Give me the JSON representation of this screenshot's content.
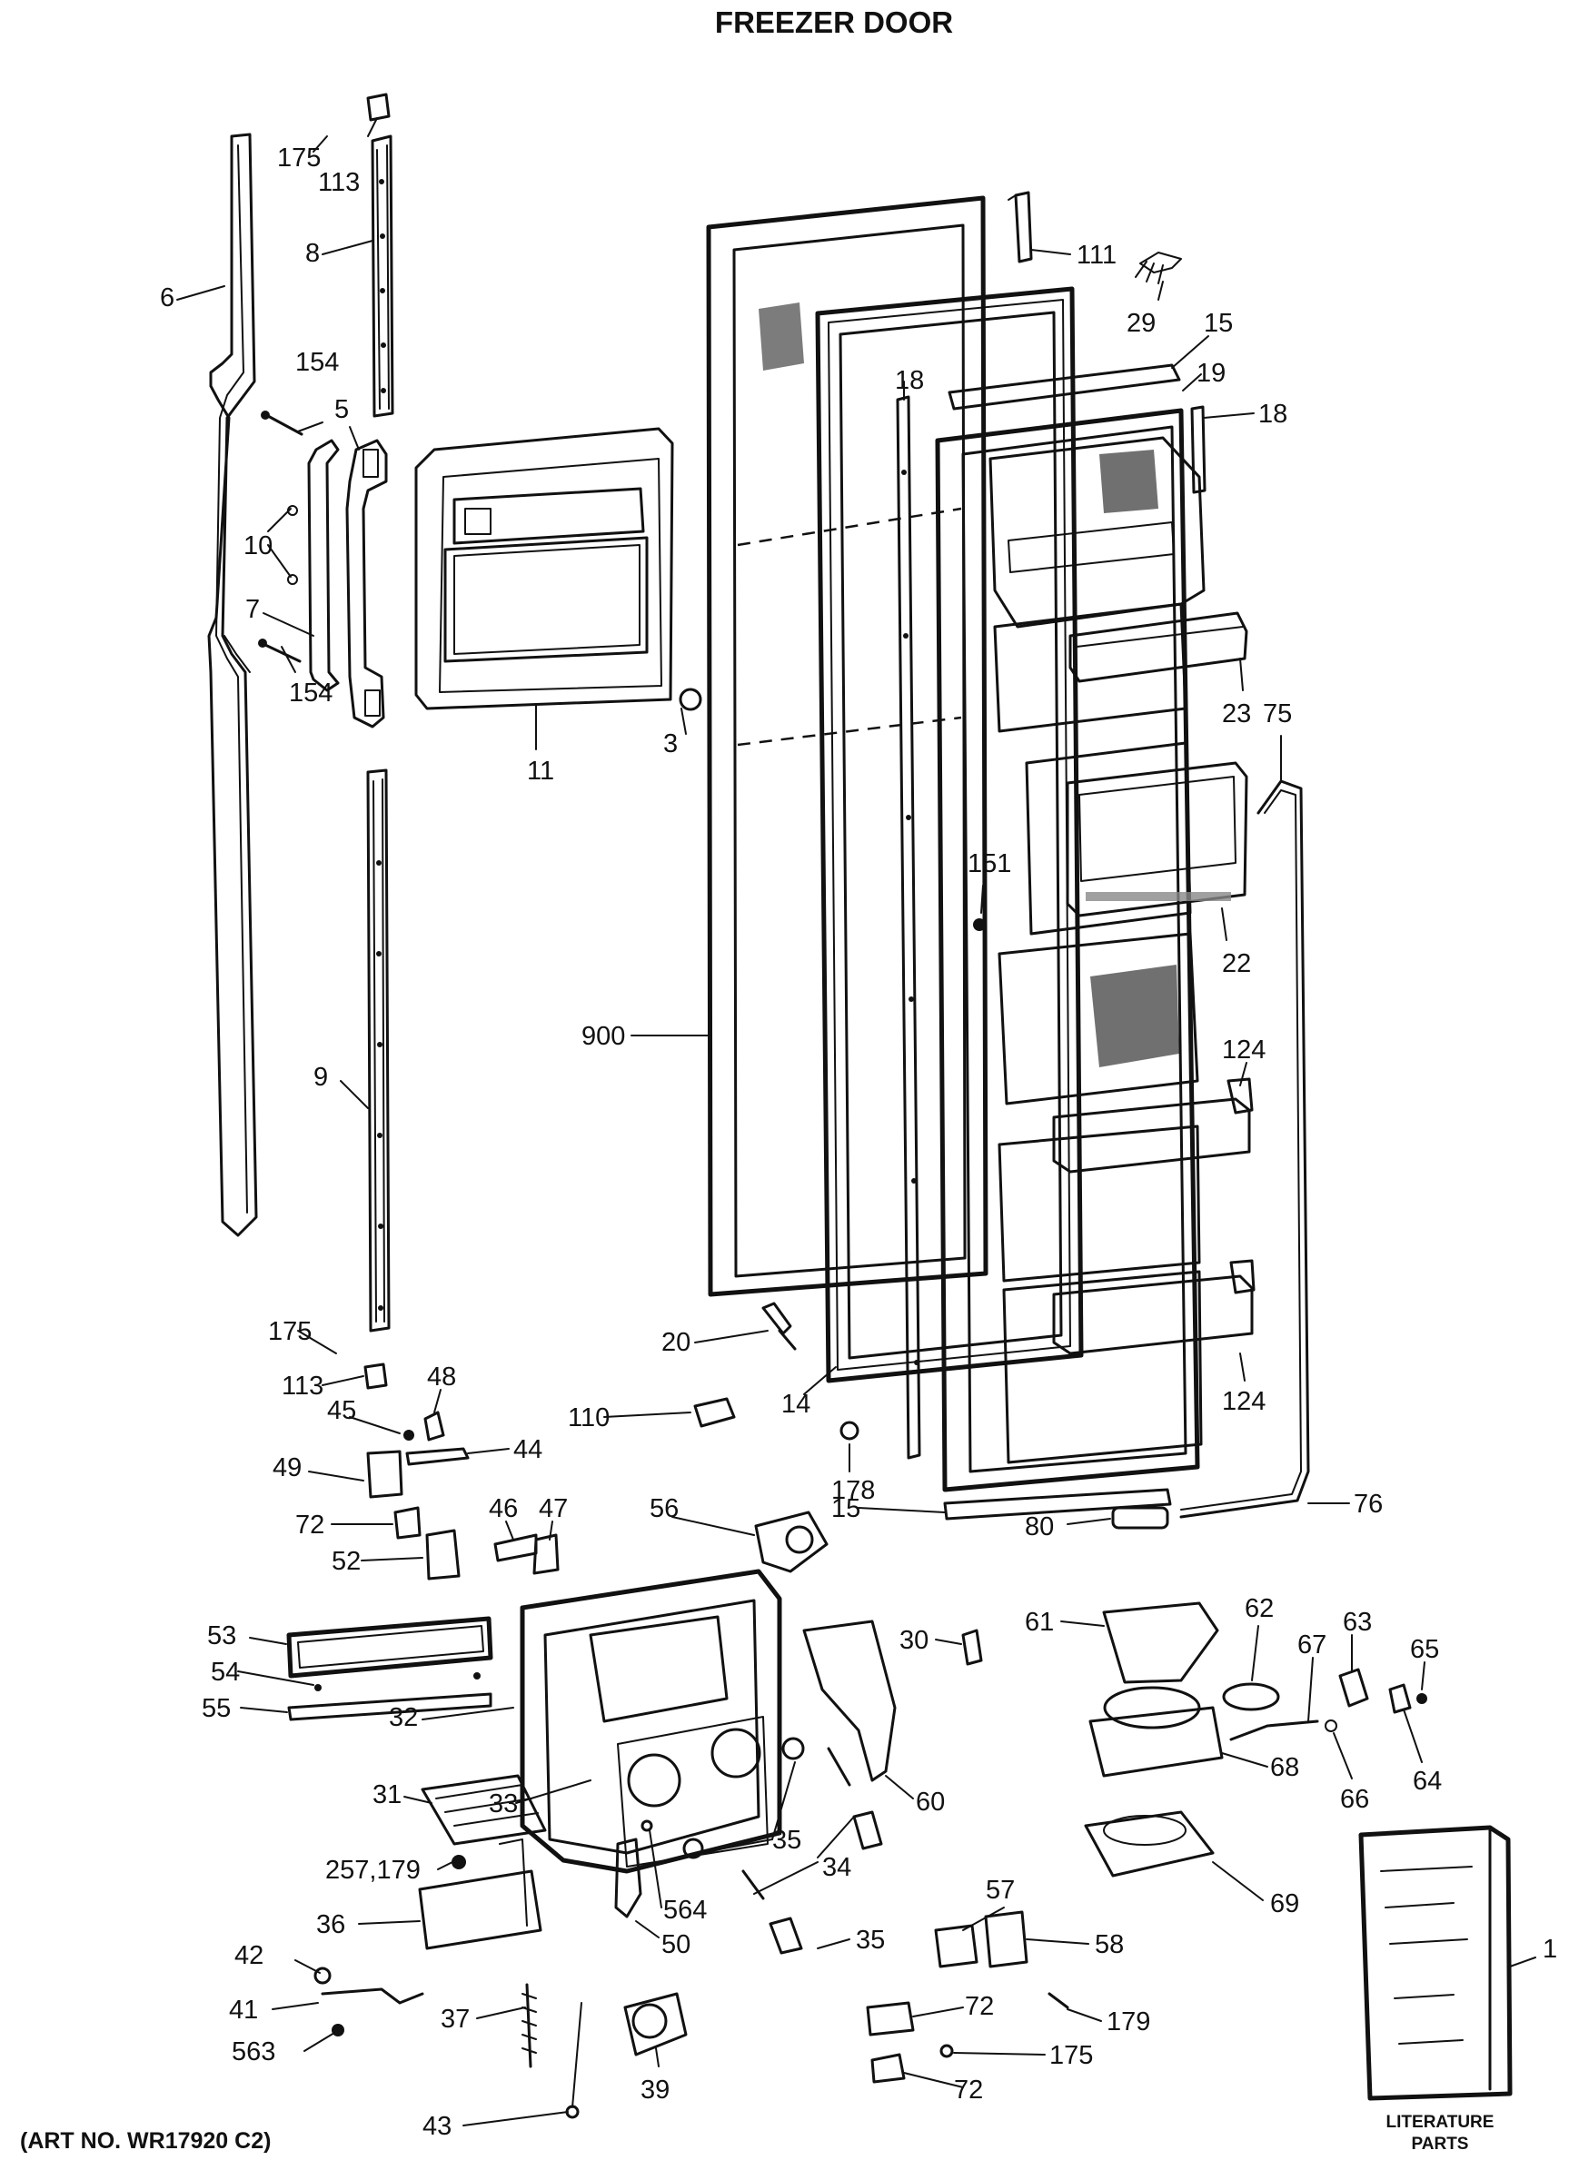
{
  "title": "FREEZER DOOR",
  "art_number": "(ART NO. WR17920 C2)",
  "literature_label_line1": "LITERATURE",
  "literature_label_line2": "PARTS",
  "callouts": [
    "175",
    "113",
    "6",
    "8",
    "154",
    "5",
    "10",
    "7",
    "154",
    "11",
    "3",
    "111",
    "29",
    "15",
    "19",
    "18",
    "18",
    "23",
    "75",
    "151",
    "22",
    "900",
    "9",
    "124",
    "124",
    "175",
    "113",
    "20",
    "14",
    "110",
    "48",
    "45",
    "44",
    "49",
    "178",
    "72",
    "46",
    "47",
    "56",
    "15",
    "76",
    "80",
    "52",
    "53",
    "54",
    "55",
    "32",
    "31",
    "30",
    "61",
    "62",
    "63",
    "65",
    "67",
    "60",
    "66",
    "64",
    "68",
    "33",
    "35",
    "257,179",
    "34",
    "564",
    "69",
    "36",
    "57",
    "35",
    "1",
    "42",
    "50",
    "58",
    "41",
    "37",
    "179",
    "72",
    "563",
    "39",
    "175",
    "72",
    "43"
  ]
}
